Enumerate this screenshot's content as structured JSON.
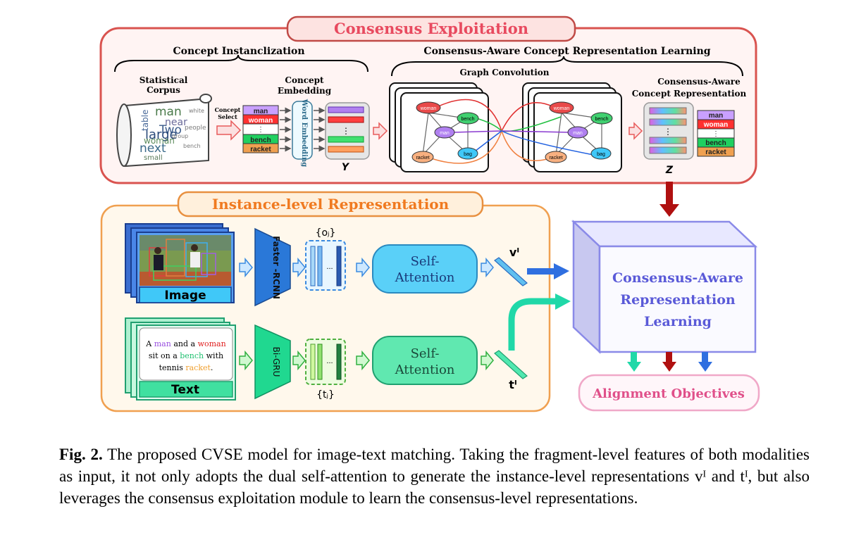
{
  "consensus": {
    "title": "Consensus Exploitation",
    "concept_inst_title": "Concept Instanclization",
    "cacrl_title": "Consensus-Aware Concept Representation Learning",
    "stat_corpus_1": "Statistical",
    "stat_corpus_2": "Corpus",
    "concept_select_1": "Concept",
    "concept_select_2": "Select",
    "concept_embed_1": "Concept",
    "concept_embed_2": "Embedding",
    "word_embedding": "Word Embedding",
    "graph_conv": "Graph Convolution",
    "cacr_1": "Consensus-Aware",
    "cacr_2": "Concept Representation",
    "concepts": [
      "man",
      "woman",
      "⋮",
      "bench",
      "racket"
    ],
    "Y": "Y",
    "Z": "Z",
    "ellipsis": "⋮",
    "nodes": [
      "woman",
      "bench",
      "man",
      "racket",
      "bag"
    ],
    "wordcloud": [
      "man",
      "near",
      "Two",
      "large",
      "woman",
      "next",
      "small",
      "table",
      "white",
      "people",
      "group",
      "bench"
    ]
  },
  "instance": {
    "title": "Instance-level Representation",
    "image_label": "Image",
    "text_label": "Text",
    "faster_rcnn": "Faster -RCNN",
    "bigru": "Bi-GRU",
    "self_attention_1": "Self-",
    "self_attention_2": "Attention",
    "oj": "{oⱼ}",
    "tj": "{tⱼ}",
    "vI": "vᴵ",
    "tI": "tᴵ",
    "sentence_1a": "A ",
    "w_man": "man",
    "sentence_1b": " and a ",
    "w_woman": "woman",
    "sentence_2a": "sit on a ",
    "w_bench": "bench",
    "sentence_2b": " with",
    "sentence_3a": "tennis ",
    "w_racket": "racket",
    "sentence_3b": ".",
    "dots": "..."
  },
  "cube": {
    "line1": "Consensus-Aware",
    "line2": "Representation",
    "line3": "Learning"
  },
  "alignment": "Alignment Objectives",
  "caption": {
    "label": "Fig. 2.",
    "text": " The proposed CVSE model for image-text matching. Taking the fragment-level features of both modalities as input, it not only adopts the dual self-attention to generate the instance-level representations vᴵ and tᴵ, but also leverages the consensus exploitation module to learn the consensus-level representations."
  },
  "colors": {
    "consensus_border": "#d9534f",
    "instance_border": "#f0a050",
    "cube_border": "#8a8ae8",
    "cube_text": "#5a5ad8",
    "align_border": "#e87aa8",
    "align_text": "#e0508a",
    "blue_arrow": "#2f6fe0",
    "teal_arrow": "#20d8a8",
    "dark_red_arrow": "#b01010"
  }
}
